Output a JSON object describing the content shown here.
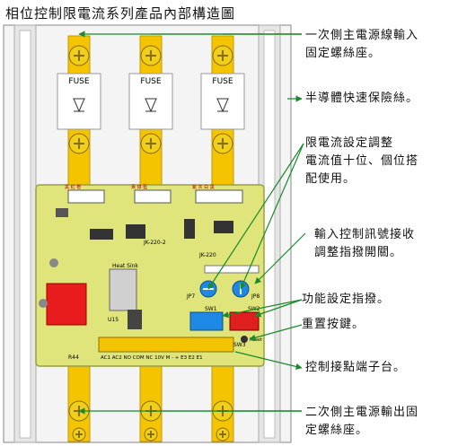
{
  "title": "相位控制限電流系列產品內部構造圖",
  "fuse_label": "FUSE",
  "annotations": {
    "input_terminal": [
      "一次側主電源線輸入",
      "固定螺絲座。"
    ],
    "fuse": "半導體快速保險絲。",
    "current_limit": [
      "限電流設定調整",
      "電流值十位、個位搭",
      "配使用。"
    ],
    "input_control": [
      "輸入控制訊號接收",
      "調整指撥開關。"
    ],
    "function_switch": "功能設定指撥。",
    "reset": "重置按鍵。",
    "control_terminal": "控制接點端子台。",
    "output_terminal": [
      "二次側主電源輸出固",
      "定螺絲座。"
    ]
  },
  "board": {
    "model_left": "JK-220-2",
    "model_right": "JK-220",
    "heat_sink": "Heat Sink",
    "u15": "U15",
    "jp7": "JP7",
    "jp8": "JP8",
    "sw1": "SW1",
    "sw2": "SW2",
    "sw3": "SW3",
    "r44": "R44",
    "reset_text": "Reset",
    "terminal_labels": "AC1 AC2 NO COM NC  10V  M   -   +   E3  E2  E1",
    "connector_labels": [
      "黑 紅 橙",
      "黃 綠 藍",
      "紫 灰 白 黑"
    ]
  },
  "colors": {
    "board": "#dfe57a",
    "bus_bar": "#f5c400",
    "screw": "#f0cf1a",
    "relay": "#e81c1c",
    "dip": "#1e88e5",
    "dip_red": "#e02020",
    "arrow": "#1a8a2a"
  }
}
